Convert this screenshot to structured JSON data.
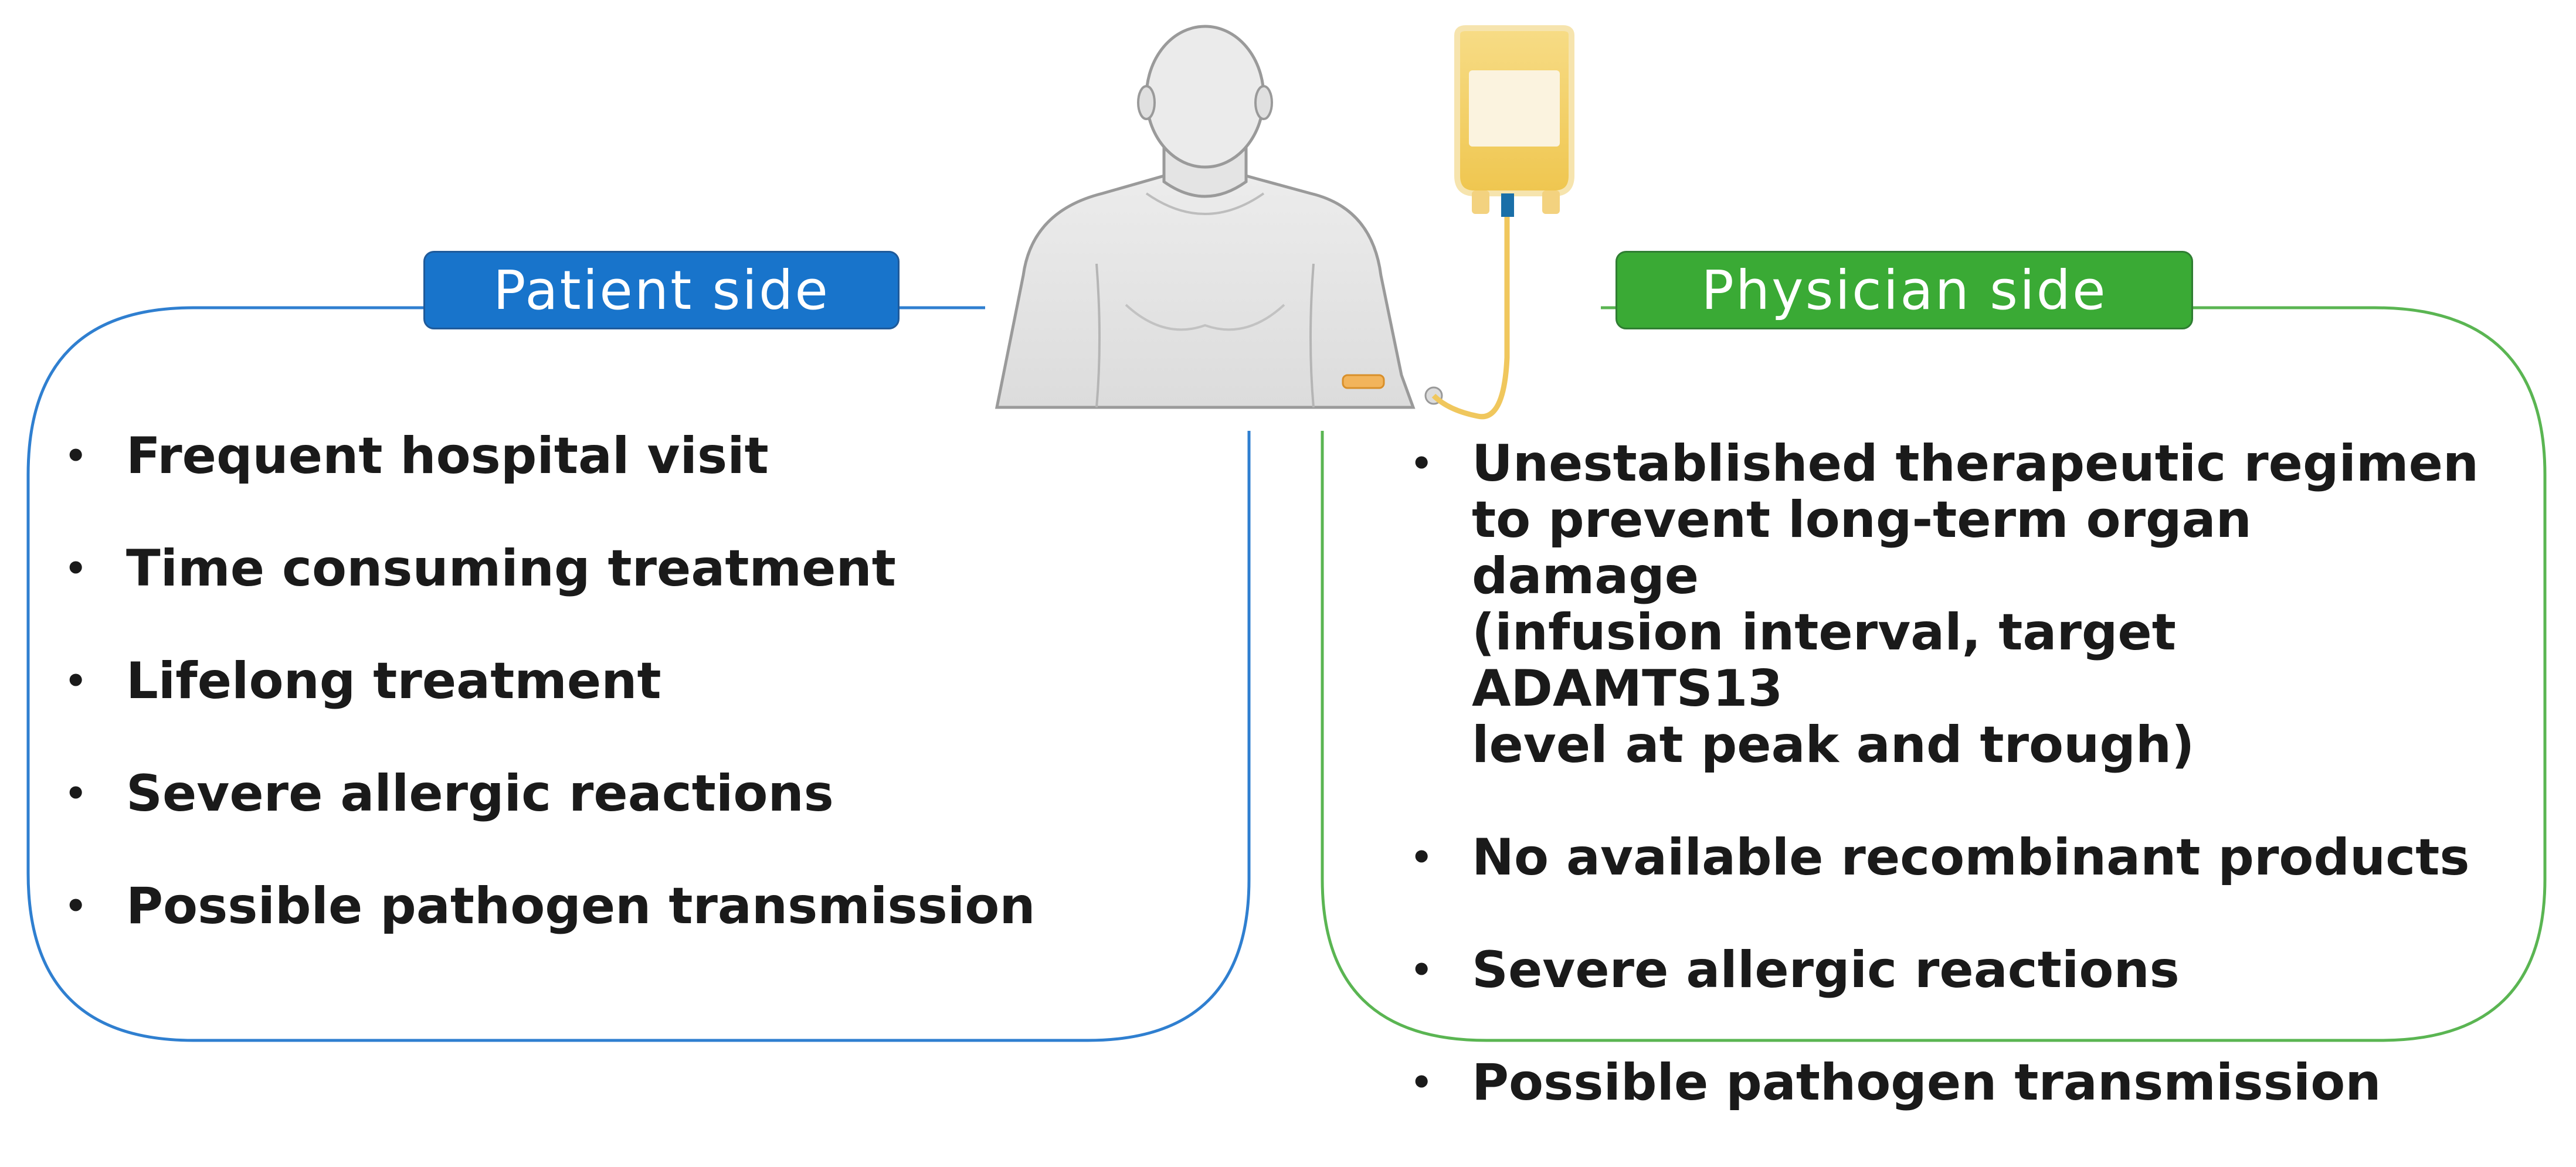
{
  "patient_side": {
    "title": "Patient side",
    "color": "#1874cb",
    "items": [
      "Frequent hospital visit",
      "Time consuming treatment",
      "Lifelong treatment",
      "Severe allergic reactions",
      "Possible pathogen transmission"
    ]
  },
  "physician_side": {
    "title": "Physician side",
    "color": "#3aaa35",
    "items": [
      {
        "lines": [
          "Unestablished therapeutic regimen",
          "to prevent long-term organ damage",
          "(infusion interval, target ADAMTS13",
          "level at peak and trough)"
        ]
      },
      {
        "lines": [
          "No available recombinant products"
        ]
      },
      {
        "lines": [
          "Severe allergic reactions"
        ]
      },
      {
        "lines": [
          "Possible pathogen transmission"
        ]
      }
    ]
  },
  "illustration": {
    "figure": "patient-silhouette-icon",
    "infusion": "infusion-bag-icon"
  },
  "bullet_glyph": "•"
}
